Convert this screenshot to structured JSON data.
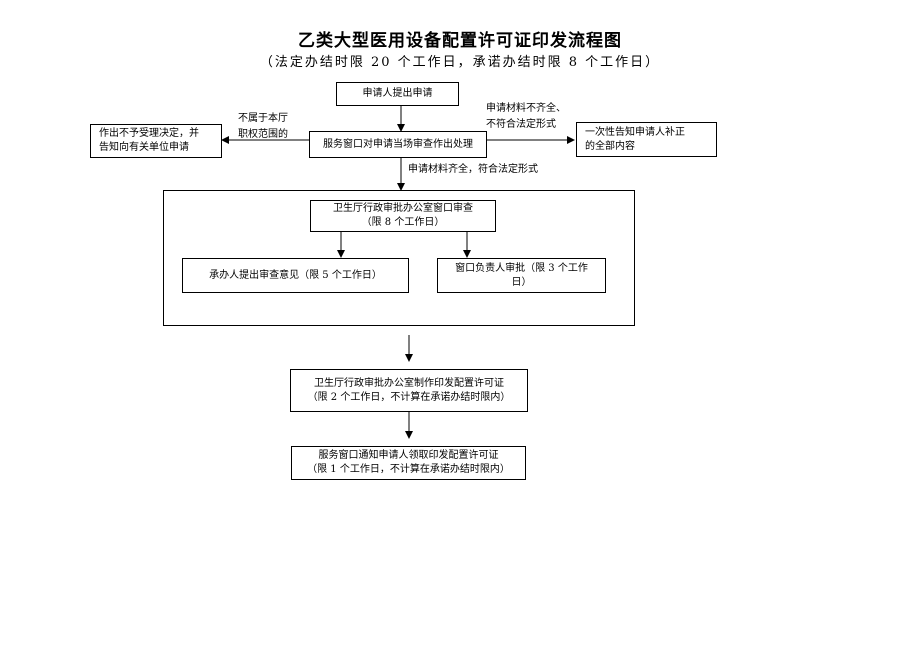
{
  "title": "乙类大型医用设备配置许可证印发流程图",
  "subtitle": "（法定办结时限 20 个工作日，承诺办结时限 8 个工作日）",
  "nodes": {
    "apply": "申请人提出申请",
    "reject_line1": "作出不予受理决定，并",
    "reject_line2": "告知向有关单位申请",
    "window_process": "服务窗口对申请当场审查作出处理",
    "notify_line1": "一次性告知申请人补正",
    "notify_line2": "的全部内容",
    "office_review_line1": "卫生厅行政审批办公室窗口审查",
    "office_review_line2": "（限 8 个工作日）",
    "handler_opinion": "承办人提出审查意见（限 5 个工作日）",
    "head_approval_line1": "窗口负责人审批（限 3 个工作",
    "head_approval_line2": "日）",
    "issue_line1": "卫生厅行政审批办公室制作印发配置许可证",
    "issue_line2": "（限 2 个工作日，不计算在承诺办结时限内）",
    "collect_line1": "服务窗口通知申请人领取印发配置许可证",
    "collect_line2": "（限 1 个工作日，不计算在承诺办结时限内）"
  },
  "labels": {
    "not_in_scope_line1": "不属于本厅",
    "not_in_scope_line2": "职权范围的",
    "incomplete_line1": "申请材料不齐全、",
    "incomplete_line2": "不符合法定形式",
    "complete": "申请材料齐全，符合法定形式"
  }
}
